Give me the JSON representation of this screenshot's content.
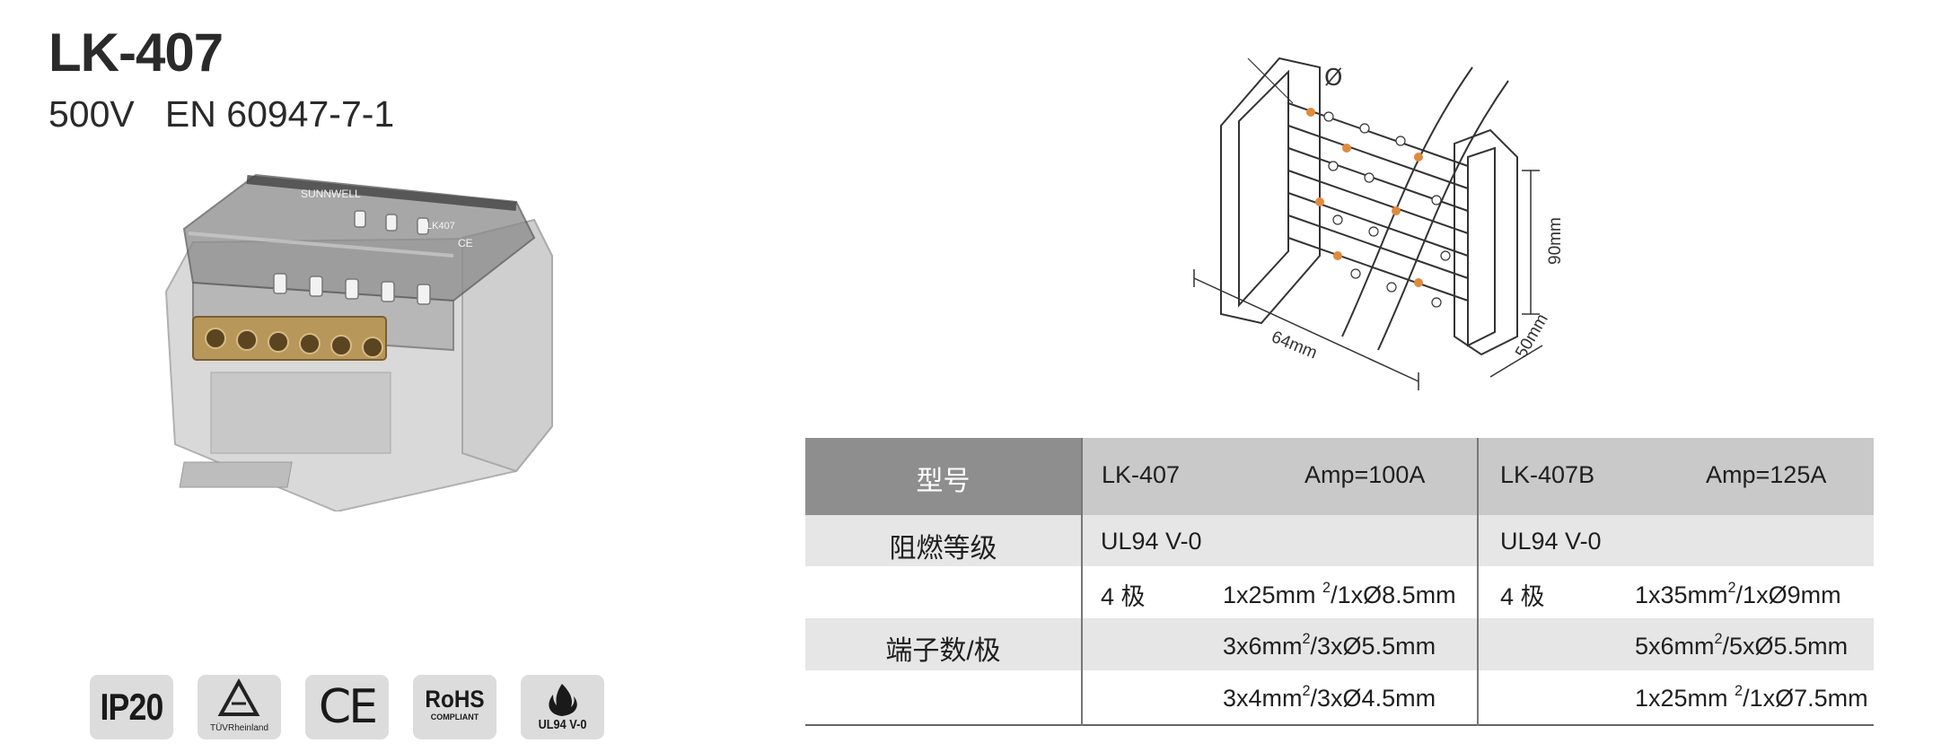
{
  "header": {
    "title": "LK-407",
    "subtitle": "500V   EN 60947-7-1"
  },
  "product": {
    "brand_text": "SUNNWELL",
    "model_text": "LK407",
    "ce_mark": "CE"
  },
  "drawing": {
    "diameter_symbol": "Ø",
    "dim_height": "90mm",
    "dim_width": "64mm",
    "dim_depth": "50mm"
  },
  "badges": {
    "ip": "IP20",
    "tuv": "TÜVRheinland",
    "ce": "CE",
    "rohs_main": "RoHS",
    "rohs_sub": "COMPLIANT",
    "ul": "UL94 V-0"
  },
  "table": {
    "header": {
      "label": "型号",
      "m1_name": "LK-407",
      "m1_amp": "Amp=100A",
      "m2_name": "LK-407B",
      "m2_amp": "Amp=125A"
    },
    "flame": {
      "label": "阻燃等级",
      "m1": "UL94 V-0",
      "m2": "UL94 V-0"
    },
    "terminals": {
      "label": "端子数/极",
      "m1_poles": "4 极",
      "m2_poles": "4 极",
      "m1_rows": [
        {
          "a": "1x25mm ",
          "sup": "2",
          "b": "/1xØ8.5mm"
        },
        {
          "a": "3x6mm",
          "sup": "2",
          "b": "/3xØ5.5mm"
        },
        {
          "a": "3x4mm",
          "sup": "2",
          "b": "/3xØ4.5mm"
        }
      ],
      "m2_rows": [
        {
          "a": "1x35mm",
          "sup": "2",
          "b": "/1xØ9mm"
        },
        {
          "a": "5x6mm",
          "sup": "2",
          "b": "/5xØ5.5mm"
        },
        {
          "a": "1x25mm ",
          "sup": "2",
          "b": "/1xØ7.5mm"
        }
      ]
    }
  },
  "colors": {
    "header_dark": "#8e8e8e",
    "header_light": "#c9c9c9",
    "row_shade": "#e6e6e6",
    "accent_orange": "#e08a3c",
    "brass": "#b8975a"
  }
}
